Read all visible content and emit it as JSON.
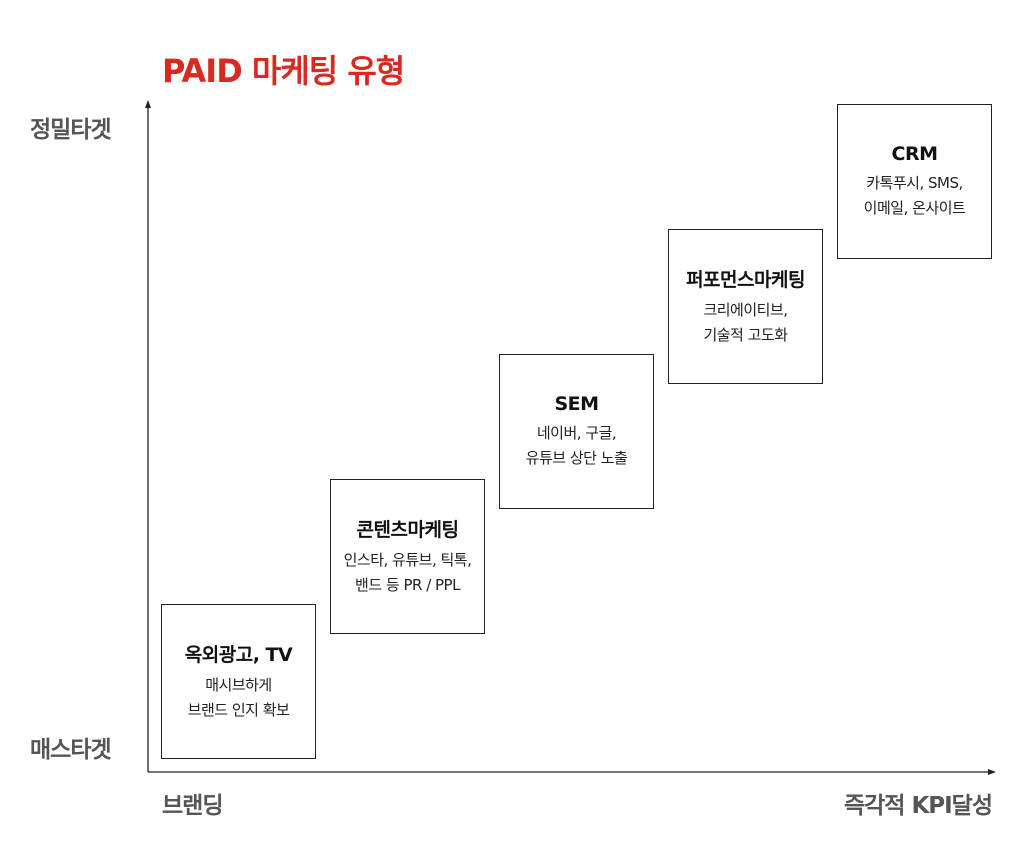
{
  "title": "PAID 마케팅 유형",
  "axes": {
    "y_top": "정밀타겟",
    "y_bottom": "매스타겟",
    "x_left": "브랜딩",
    "x_right": "즉각적 KPI달성"
  },
  "colors": {
    "title": "#d82a22",
    "axis_label": "#555555"
  },
  "boxes": [
    {
      "title": "옥외광고, TV",
      "lines": [
        "매시브하게",
        "브랜드 인지 확보"
      ]
    },
    {
      "title": "콘텐츠마케팅",
      "lines": [
        "인스타, 유튜브, 틱톡,",
        "밴드 등 PR / PPL"
      ]
    },
    {
      "title": "SEM",
      "lines": [
        "네이버, 구글,",
        "유튜브 상단 노출"
      ]
    },
    {
      "title": "퍼포먼스마케팅",
      "lines": [
        "크리에이티브,",
        "기술적 고도화"
      ]
    },
    {
      "title": "CRM",
      "lines": [
        "카톡푸시, SMS,",
        "이메일, 온사이트"
      ]
    }
  ]
}
